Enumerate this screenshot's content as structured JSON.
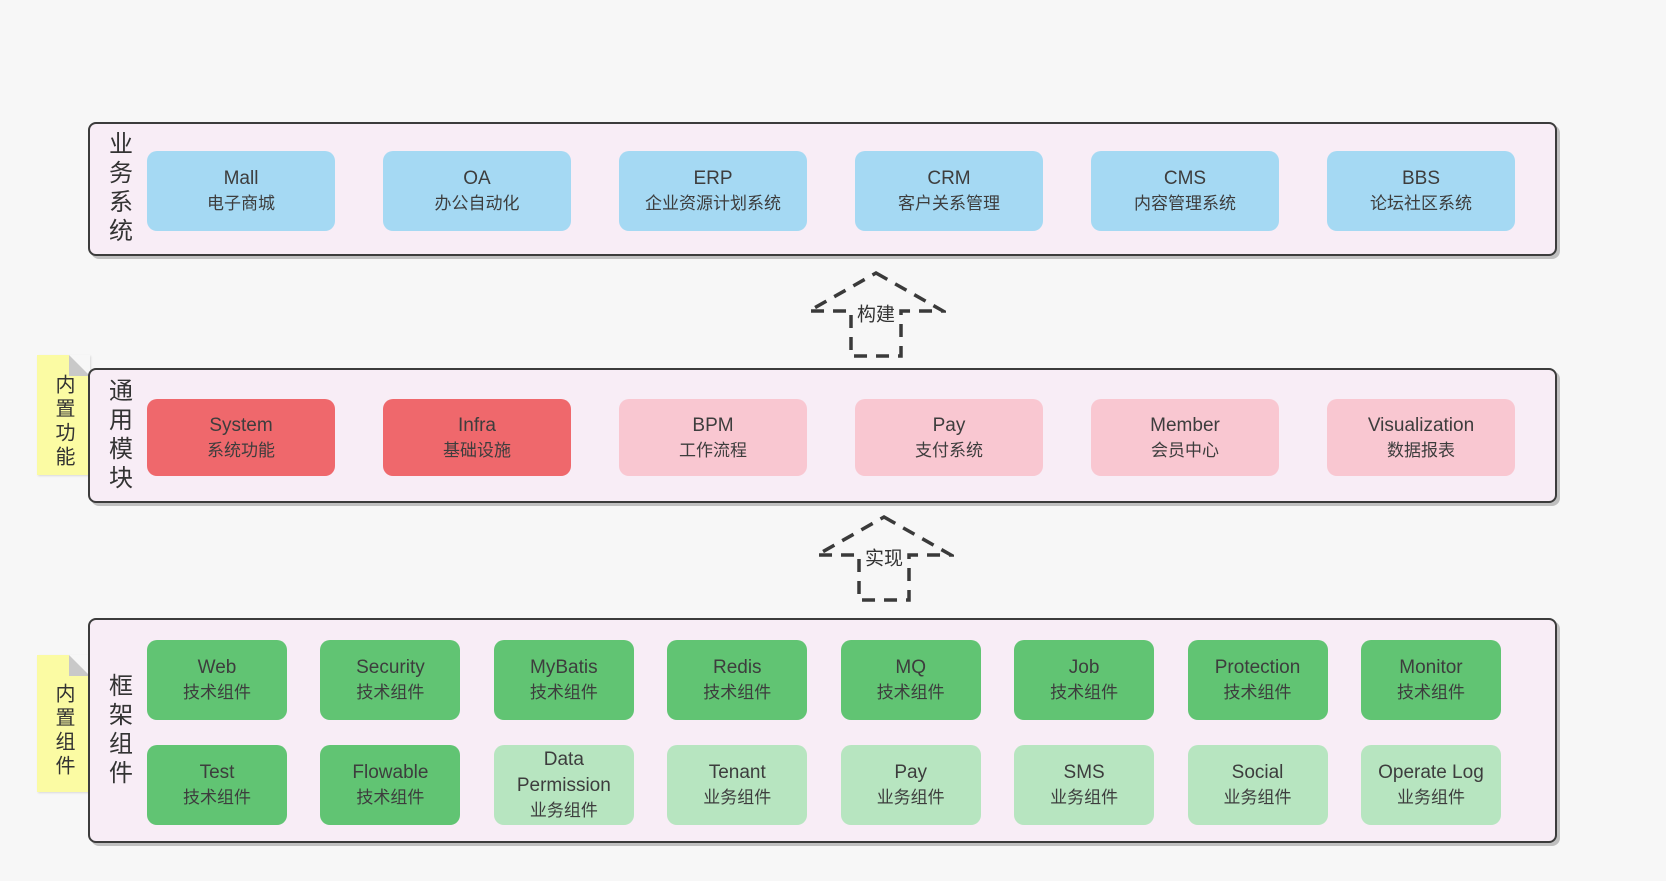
{
  "diagram": {
    "bands": [
      {
        "label": "业务系统",
        "rows": [
          [
            {
              "title": "Mall",
              "subtitle": "电子商城",
              "variant": "blue"
            },
            {
              "title": "OA",
              "subtitle": "办公自动化",
              "variant": "blue"
            },
            {
              "title": "ERP",
              "subtitle": "企业资源计划系统",
              "variant": "blue"
            },
            {
              "title": "CRM",
              "subtitle": "客户关系管理",
              "variant": "blue"
            },
            {
              "title": "CMS",
              "subtitle": "内容管理系统",
              "variant": "blue"
            },
            {
              "title": "BBS",
              "subtitle": "论坛社区系统",
              "variant": "blue"
            }
          ]
        ]
      },
      {
        "label": "通用模块",
        "sticky": "内置功能",
        "rows": [
          [
            {
              "title": "System",
              "subtitle": "系统功能",
              "variant": "red"
            },
            {
              "title": "Infra",
              "subtitle": "基础设施",
              "variant": "red"
            },
            {
              "title": "BPM",
              "subtitle": "工作流程",
              "variant": "pink"
            },
            {
              "title": "Pay",
              "subtitle": "支付系统",
              "variant": "pink"
            },
            {
              "title": "Member",
              "subtitle": "会员中心",
              "variant": "pink"
            },
            {
              "title": "Visualization",
              "subtitle": "数据报表",
              "variant": "pink"
            }
          ]
        ]
      },
      {
        "label": "框架组件",
        "sticky": "内置组件",
        "rows": [
          [
            {
              "title": "Web",
              "subtitle": "技术组件",
              "variant": "green"
            },
            {
              "title": "Security",
              "subtitle": "技术组件",
              "variant": "green"
            },
            {
              "title": "MyBatis",
              "subtitle": "技术组件",
              "variant": "green"
            },
            {
              "title": "Redis",
              "subtitle": "技术组件",
              "variant": "green"
            },
            {
              "title": "MQ",
              "subtitle": "技术组件",
              "variant": "green"
            },
            {
              "title": "Job",
              "subtitle": "技术组件",
              "variant": "green"
            },
            {
              "title": "Protection",
              "subtitle": "技术组件",
              "variant": "green"
            },
            {
              "title": "Monitor",
              "subtitle": "技术组件",
              "variant": "green"
            }
          ],
          [
            {
              "title": "Test",
              "subtitle": "技术组件",
              "variant": "green"
            },
            {
              "title": "Flowable",
              "subtitle": "技术组件",
              "variant": "green"
            },
            {
              "title": "Data Permission",
              "subtitle": "业务组件",
              "variant": "lightgreen"
            },
            {
              "title": "Tenant",
              "subtitle": "业务组件",
              "variant": "lightgreen"
            },
            {
              "title": "Pay",
              "subtitle": "业务组件",
              "variant": "lightgreen"
            },
            {
              "title": "SMS",
              "subtitle": "业务组件",
              "variant": "lightgreen"
            },
            {
              "title": "Social",
              "subtitle": "业务组件",
              "variant": "lightgreen"
            },
            {
              "title": "Operate Log",
              "subtitle": "业务组件",
              "variant": "lightgreen"
            }
          ]
        ]
      }
    ],
    "arrows": [
      {
        "label": "构建"
      },
      {
        "label": "实现"
      }
    ]
  },
  "colors": {
    "page_bg": "#f7f7f7",
    "band_bg": "#f8edf6",
    "border": "#3c3c3c",
    "text": "#3d3d3d",
    "sticky_bg": "#fbfba3",
    "blue": "#a5d9f3",
    "red": "#ef686c",
    "pink": "#f9c7d1",
    "green": "#61c473",
    "lightgreen": "#b7e5c0"
  }
}
